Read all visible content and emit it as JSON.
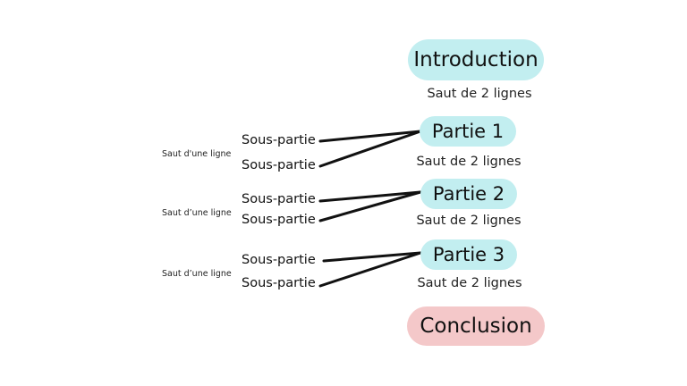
{
  "colors": {
    "section_fill": "#c2eef0",
    "conclusion_fill": "#f4c8c9",
    "connector": "#111111"
  },
  "introduction": "Introduction",
  "conclusion": "Conclusion",
  "parts": [
    {
      "label": "Partie 1",
      "subparts": [
        "Sous-partie",
        "Sous-partie"
      ],
      "subpart_spacing": "Saut d'une ligne",
      "after_spacing": "Saut de 2 lignes"
    },
    {
      "label": "Partie 2",
      "subparts": [
        "Sous-partie",
        "Sous-partie"
      ],
      "subpart_spacing": "Saut d’une ligne",
      "after_spacing": "Saut de 2 lignes"
    },
    {
      "label": "Partie 3",
      "subparts": [
        "Sous-partie",
        "Sous-partie"
      ],
      "subpart_spacing": "Saut d’une ligne",
      "after_spacing": "Saut de 2 lignes"
    }
  ],
  "intro_spacing": "Saut de 2 lignes"
}
